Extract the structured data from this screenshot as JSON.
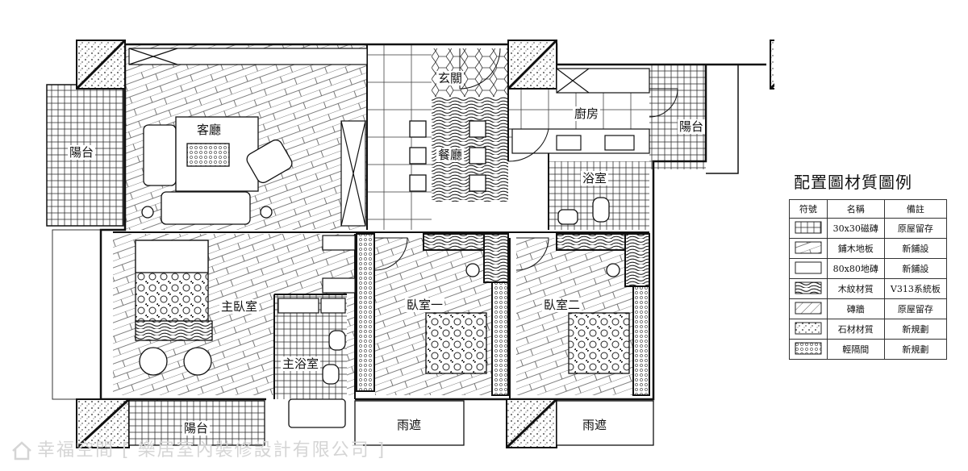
{
  "rooms": {
    "living": "客廳",
    "entrance": "玄關",
    "kitchen": "廚房",
    "dining": "餐廳",
    "bath": "浴室",
    "balcony_west": "陽台",
    "balcony_east": "陽台",
    "balcony_south": "陽台",
    "master_bedroom": "主臥室",
    "master_bath": "主浴室",
    "bedroom1": "臥室一",
    "bedroom2": "臥室二",
    "canopy1": "雨遮",
    "canopy2": "雨遮"
  },
  "legend": {
    "title": "配置圖材質圖例",
    "headers": [
      "符號",
      "名稱",
      "備註"
    ],
    "rows": [
      {
        "name": "30x30磁磚",
        "note": "原屋留存",
        "pattern": "tile30"
      },
      {
        "name": "鋪木地板",
        "note": "新鋪設",
        "pattern": "wood"
      },
      {
        "name": "80x80地磚",
        "note": "新鋪設",
        "pattern": "tile80"
      },
      {
        "name": "木紋材質",
        "note": "V313系統板",
        "pattern": "woodgrain"
      },
      {
        "name": "磚牆",
        "note": "原屋留存",
        "pattern": "brick"
      },
      {
        "name": "石材材質",
        "note": "新規劃",
        "pattern": "stone"
      },
      {
        "name": "輕隔間",
        "note": "新規劃",
        "pattern": "partition"
      }
    ]
  },
  "watermark": "幸福空間 [ 樂居室內裝修設計有限公司 ]"
}
